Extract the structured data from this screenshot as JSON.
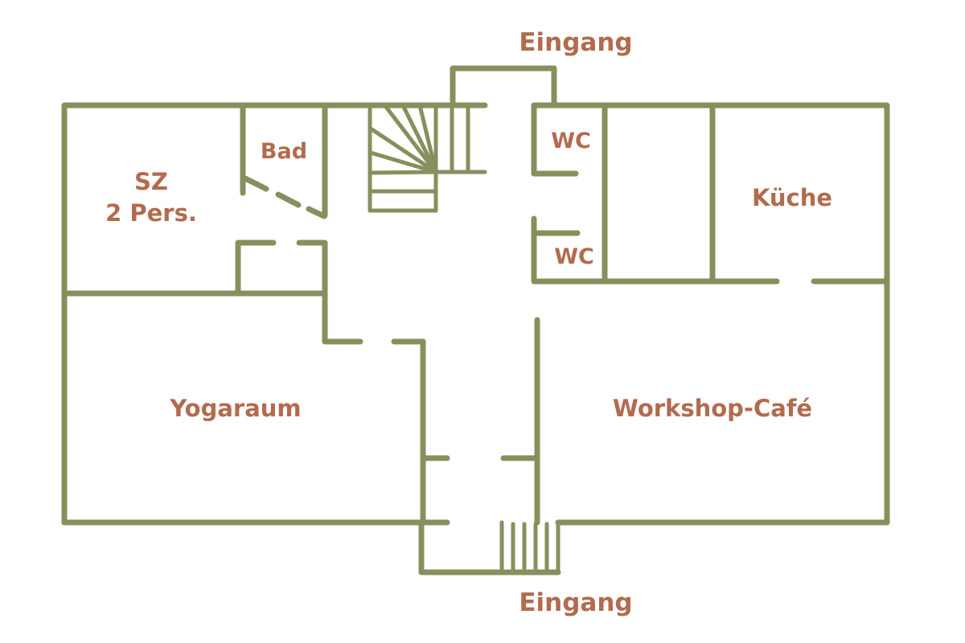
{
  "plan": {
    "colors": {
      "wall": "#86905d",
      "label": "#b26b4e",
      "background": "#ffffff"
    },
    "labels": {
      "entrance_top": "Eingang",
      "entrance_bottom": "Eingang",
      "bedroom_line1": "SZ",
      "bedroom_line2": "2 Pers.",
      "bath": "Bad",
      "wc_upper": "WC",
      "wc_lower": "WC",
      "kitchen": "Küche",
      "yoga_room": "Yogaraum",
      "workshop_cafe": "Workshop-Café"
    }
  }
}
